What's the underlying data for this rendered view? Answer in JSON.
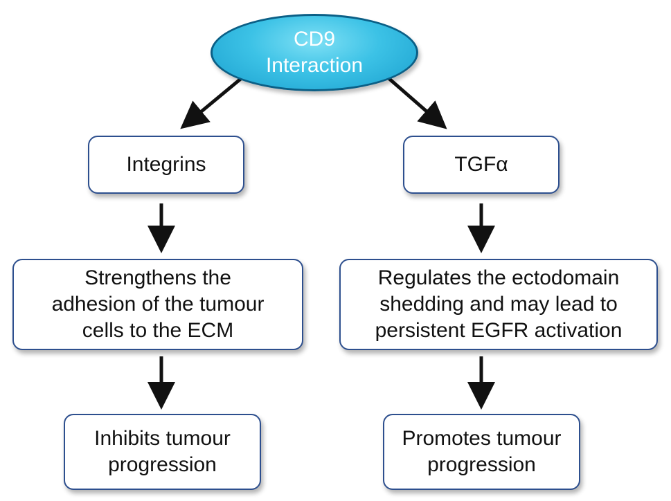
{
  "root": {
    "lines": [
      "CD9",
      "Interaction"
    ]
  },
  "left": {
    "level1": [
      "Integrins"
    ],
    "level2": [
      "Strengthens the",
      "adhesion of the tumour",
      "cells to the ECM"
    ],
    "level3": [
      "Inhibits tumour",
      "progression"
    ]
  },
  "right": {
    "level1": [
      "TGFα"
    ],
    "level2": [
      "Regulates the ectodomain",
      "shedding and may lead to",
      "persistent EGFR activation"
    ],
    "level3": [
      "Promotes tumour",
      "progression"
    ]
  },
  "colors": {
    "root_fill": "#3cc2e6",
    "root_border": "#0b5f86",
    "box_border": "#2d4f8e",
    "arrow": "#111111"
  }
}
